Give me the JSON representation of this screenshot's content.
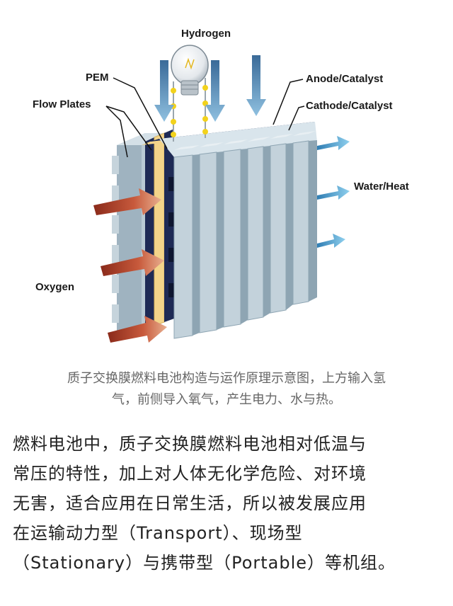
{
  "diagram": {
    "labels": {
      "hydrogen": "Hydrogen",
      "pem": "PEM",
      "flow_plates": "Flow Plates",
      "anode_catalyst": "Anode/Catalyst",
      "cathode_catalyst": "Cathode/Catalyst",
      "water_heat": "Water/Heat",
      "oxygen": "Oxygen"
    }
  },
  "caption": [
    "质子交换膜燃料电池构造与运作原理示意图，上方输入氢",
    "气，前侧导入氧气，产生电力、水与热。"
  ],
  "body": [
    "燃料电池中，质子交换膜燃料电池相对低温与",
    "常压的特性，加上对人体无化学危险、对环境",
    "无害，适合应用在日常生活，所以被发展应用",
    "在运输动力型（Transport）、现场型",
    "（Stationary）与携带型（Portable）等机组。"
  ],
  "colors": {
    "plate_front": "#b7c8d2",
    "plate_top": "#d9e5ec",
    "plate_side": "#8ea5b3",
    "pem": "#f3d48a",
    "catalyst": "#1e2a55",
    "oxygen_arrow": "#b5432e",
    "hydrogen_arrow": "#4a84b8",
    "water_arrow": "#4a9ac8"
  }
}
